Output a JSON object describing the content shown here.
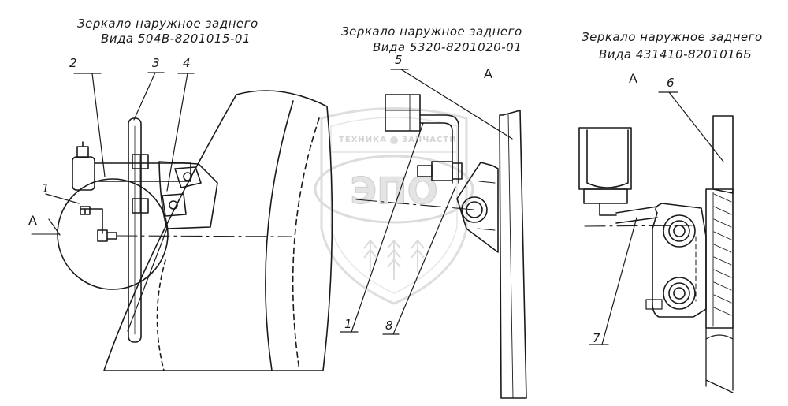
{
  "figures": [
    {
      "title_line1": "Зеркало наружное заднего",
      "title_line2": "Вида  504В-8201015-01"
    },
    {
      "title_line1": "Зеркало наружное заднего",
      "title_line2": "Вида  5320-8201020-01",
      "view_label": "А"
    },
    {
      "title_line1": "Зеркало наружное заднего",
      "title_line2": "Вида  431410-8201016Б",
      "view_label": "А"
    }
  ],
  "callouts": {
    "fig1": [
      "1",
      "2",
      "3",
      "4"
    ],
    "fig1_view": "А",
    "fig2": [
      "5",
      "1",
      "8"
    ],
    "fig3": [
      "6",
      "7"
    ]
  },
  "watermark": {
    "left": "ТЕХНИКА",
    "right": "ЗАПЧАСТИ",
    "logo": "ЭПО"
  }
}
